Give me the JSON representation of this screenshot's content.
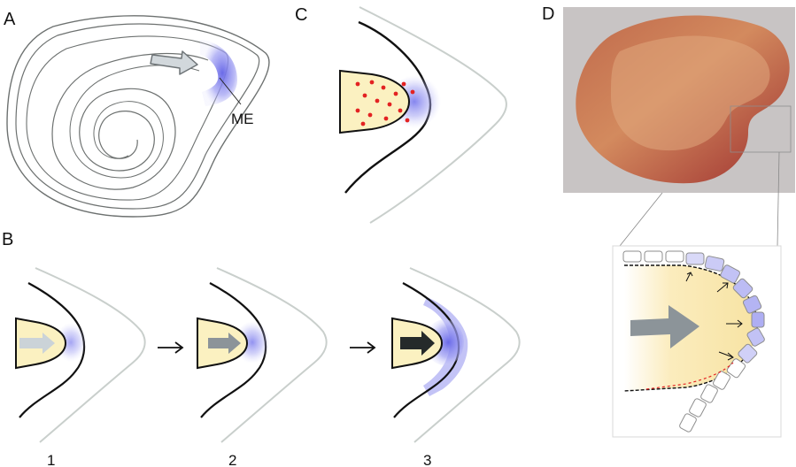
{
  "panels": {
    "a": {
      "label": "A",
      "annotation": "ME"
    },
    "b": {
      "label": "B",
      "steps": [
        "1",
        "2",
        "3"
      ]
    },
    "c": {
      "label": "C"
    },
    "d": {
      "label": "D"
    }
  },
  "colors": {
    "outline": "#111111",
    "light_outline": "#c9cfcc",
    "core_fill": "#fbf1c1",
    "me_blue": "#8f8ff0",
    "dots": "#e32222",
    "arrow_light": "#cbd3d8",
    "arrow_mid": "#8c9499",
    "arrow_dark": "#252a2a"
  }
}
